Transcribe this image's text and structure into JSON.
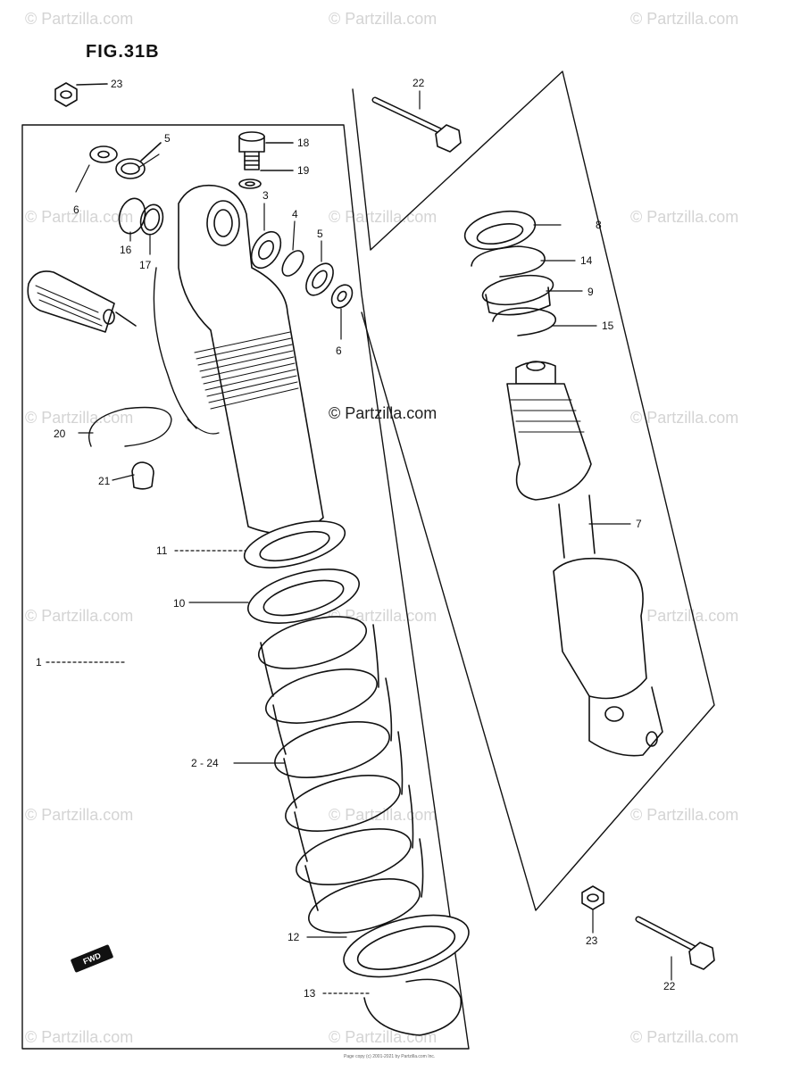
{
  "figure": {
    "title": "FIG.31B",
    "center_watermark": "© Partzilla.com",
    "watermark_text": "© Partzilla.com",
    "forward_badge": "FWD",
    "footer_text": "Page copy (c) 2001-2021 by Partzilla.com Inc."
  },
  "callouts": {
    "c23_top": "23",
    "c22_top": "22",
    "c5_left": "5",
    "c18": "18",
    "c19": "19",
    "c6_left": "6",
    "c3": "3",
    "c4": "4",
    "c5_right": "5",
    "c16": "16",
    "c17": "17",
    "c6_right": "6",
    "c8": "8",
    "c14": "14",
    "c9": "9",
    "c15": "15",
    "c20": "20",
    "c21": "21",
    "c7": "7",
    "c11": "11",
    "c10": "10",
    "c1": "1",
    "c2_24": "2 - 24",
    "c12": "12",
    "c13": "13",
    "c23_bottom": "23",
    "c22_bottom": "22"
  },
  "colors": {
    "line": "#111111",
    "watermark": "#d4d4d4"
  }
}
